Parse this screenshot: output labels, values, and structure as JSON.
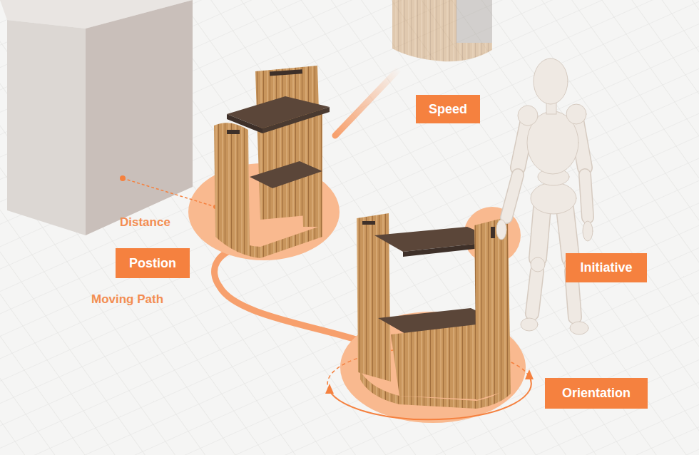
{
  "diagram": {
    "nodes": [
      {
        "text": [
          "Speed"
        ]
      },
      {
        "text": [
          "Postion"
        ]
      },
      {
        "text": [
          "Initiative"
        ]
      },
      {
        "text": [
          "Orientation"
        ]
      }
    ],
    "labels": [
      "Distance",
      "Moving Path"
    ]
  }
}
